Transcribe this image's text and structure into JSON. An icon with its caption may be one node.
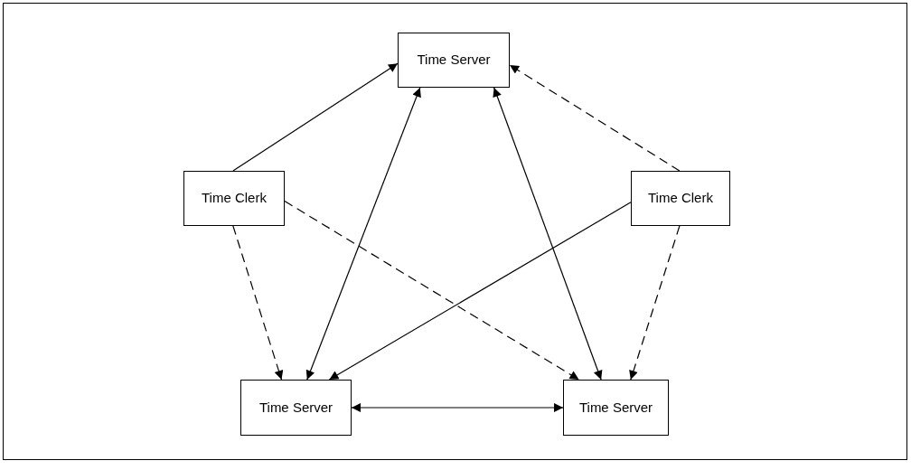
{
  "diagram": {
    "nodes": [
      {
        "text": [
          "Time Server"
        ]
      },
      {
        "text": [
          "Time Clerk"
        ]
      },
      {
        "text": [
          "Time Clerk"
        ]
      },
      {
        "text": [
          "Time Server"
        ]
      },
      {
        "text": [
          "Time Server"
        ]
      }
    ],
    "edges": [
      {
        "from": 1,
        "to": 0,
        "arrow": "to"
      },
      {
        "from": 0,
        "to": 3,
        "arrow": "both"
      },
      {
        "from": 0,
        "to": 4,
        "arrow": "both"
      },
      {
        "from": 2,
        "to": 0,
        "arrow": "to",
        "style": "dashed"
      },
      {
        "from": 1,
        "to": 3,
        "arrow": "to",
        "style": "dashed"
      },
      {
        "from": 1,
        "to": 4,
        "arrow": "to",
        "style": "dashed"
      },
      {
        "from": 2,
        "to": 3,
        "arrow": "to"
      },
      {
        "from": 2,
        "to": 4,
        "arrow": "to",
        "style": "dashed"
      },
      {
        "from": 3,
        "to": 4,
        "arrow": "both"
      }
    ]
  }
}
